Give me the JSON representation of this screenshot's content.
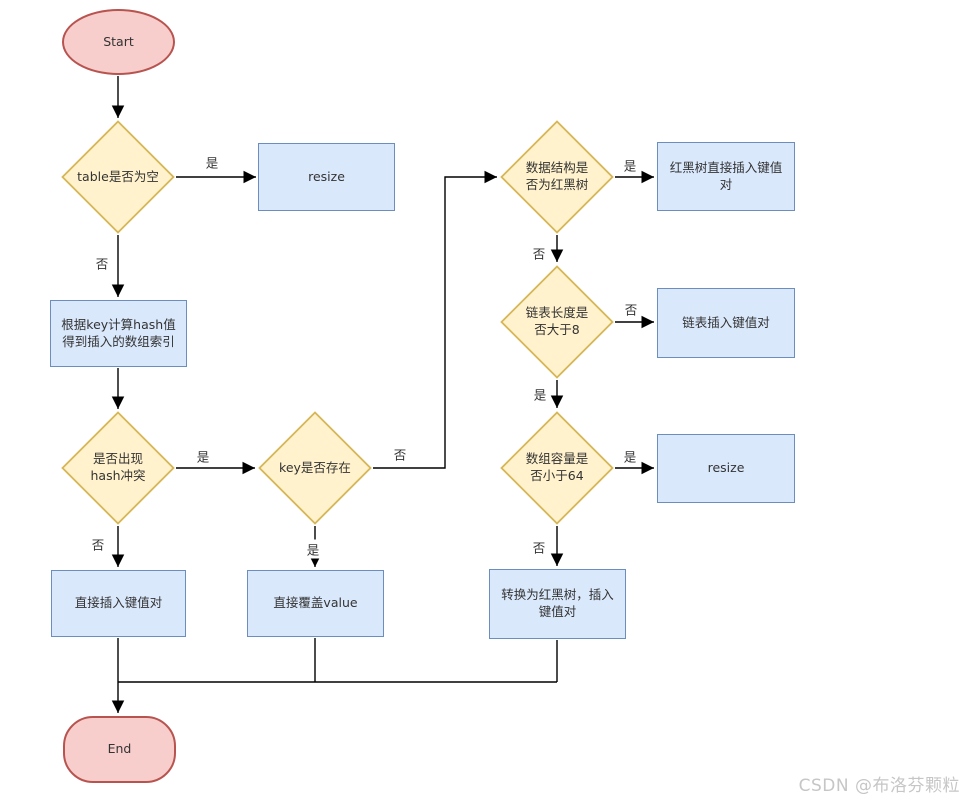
{
  "watermark": "CSDN @布洛芬颗粒",
  "edge_labels": {
    "yes": "是",
    "no": "否"
  },
  "colors": {
    "terminal_fill": "#f8cecc",
    "terminal_stroke": "#b85450",
    "decision_fill": "#fff2cc",
    "decision_stroke": "#d6b656",
    "process_fill": "#dae8fc",
    "process_stroke": "#6c8ebf",
    "connector": "#000000",
    "watermark_text": "#c6c6c6"
  },
  "nodes": {
    "start": {
      "label": "Start"
    },
    "table_empty": {
      "lines": [
        "table是否为空"
      ]
    },
    "resize_top": {
      "label": "resize"
    },
    "hash_calc": {
      "lines": [
        "根据key计算hash值",
        "得到插入的数组索引"
      ]
    },
    "hash_conflict": {
      "lines": [
        "是否出现",
        "hash冲突"
      ]
    },
    "key_exists": {
      "lines": [
        "key是否存在"
      ]
    },
    "insert_direct": {
      "label": "直接插入键值对"
    },
    "overwrite_value": {
      "label": "直接覆盖value"
    },
    "is_rbtree": {
      "lines": [
        "数据结构是",
        "否为红黑树"
      ]
    },
    "rbtree_insert": {
      "lines": [
        "红黑树直接插入键值",
        "对"
      ]
    },
    "list_len_gt8": {
      "lines": [
        "链表长度是",
        "否大于8"
      ]
    },
    "list_insert": {
      "label": "链表插入键值对"
    },
    "capacity_lt64": {
      "lines": [
        "数组容量是",
        "否小于64"
      ]
    },
    "resize_mid": {
      "label": "resize"
    },
    "convert_rbtree": {
      "lines": [
        "转换为红黑树，插入",
        "键值对"
      ]
    },
    "end": {
      "label": "End"
    }
  }
}
